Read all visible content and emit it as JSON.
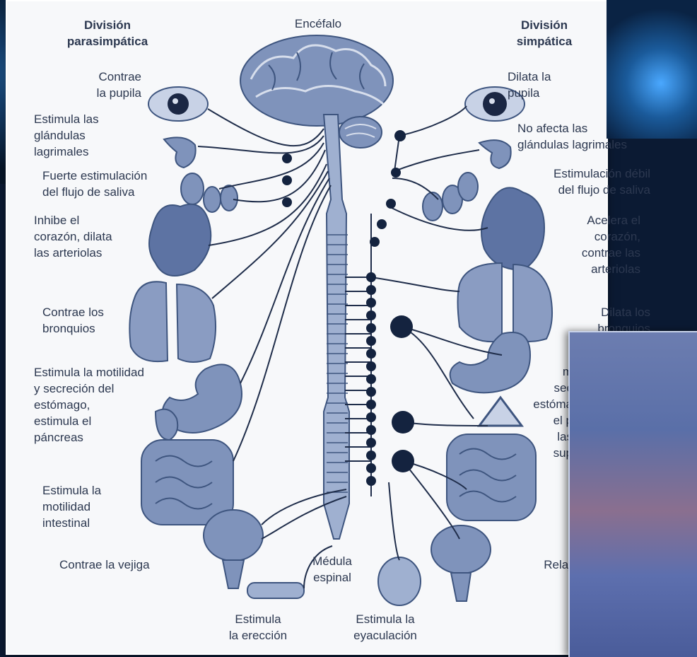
{
  "diagram": {
    "headers": {
      "left": "División\nparasimpática",
      "center": "Encéfalo",
      "right": "División\nsimpática"
    },
    "left_labels": [
      "Contrae\nla pupila",
      "Estimula las\nglándulas\nlagrimales",
      "Fuerte estimulación\ndel flujo de saliva",
      "Inhibe el\ncorazón, dilata\nlas arteriolas",
      "Contrae los\nbronquios",
      "Estimula la motilidad\ny secreción del\nestómago,\nestimula el\npáncreas",
      "Estimula la\nmotilidad\nintestinal",
      "Contrae la vejiga"
    ],
    "right_labels": [
      "Dilata la\npupila",
      "No afecta las\nglándulas lagrimales",
      "Estimulación débil\ndel flujo de saliva",
      "Acelera el\ncorazón,\ncontrae las\narteriolas",
      "Dilata los\nbronquios",
      "m\nsec\nestóma\nel p\nlas\nsup",
      "Relaj"
    ],
    "bottom_labels": {
      "spinal": "Médula\nespinal",
      "erection": "Estimula\nla erección",
      "ejaculation": "Estimula la\neyaculación"
    }
  },
  "colors": {
    "organ_fill": "#7f93bb",
    "organ_dark": "#3e557f",
    "line": "#1f2d4a",
    "ganglion": "#14233f",
    "text": "#2c3850"
  }
}
